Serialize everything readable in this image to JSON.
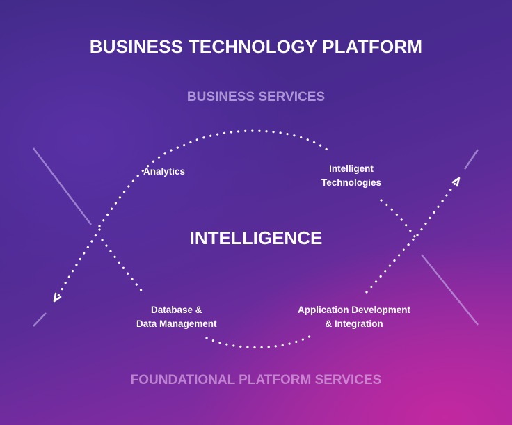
{
  "title": "BUSINESS TECHNOLOGY PLATFORM",
  "tiers": {
    "top": "BUSINESS SERVICES",
    "bottom": "FOUNDATIONAL PLATFORM SERVICES"
  },
  "center": "INTELLIGENCE",
  "nodes": {
    "analytics": "Analytics",
    "intelligent_line1": "Intelligent",
    "intelligent_line2": "Technologies",
    "database_line1": "Database &",
    "database_line2": "Data Management",
    "appdev_line1": "Application Development",
    "appdev_line2": "& Integration"
  },
  "colors": {
    "text": "#ffffff",
    "path": "#ffffff",
    "decor_lines": "#c9b8ee"
  }
}
